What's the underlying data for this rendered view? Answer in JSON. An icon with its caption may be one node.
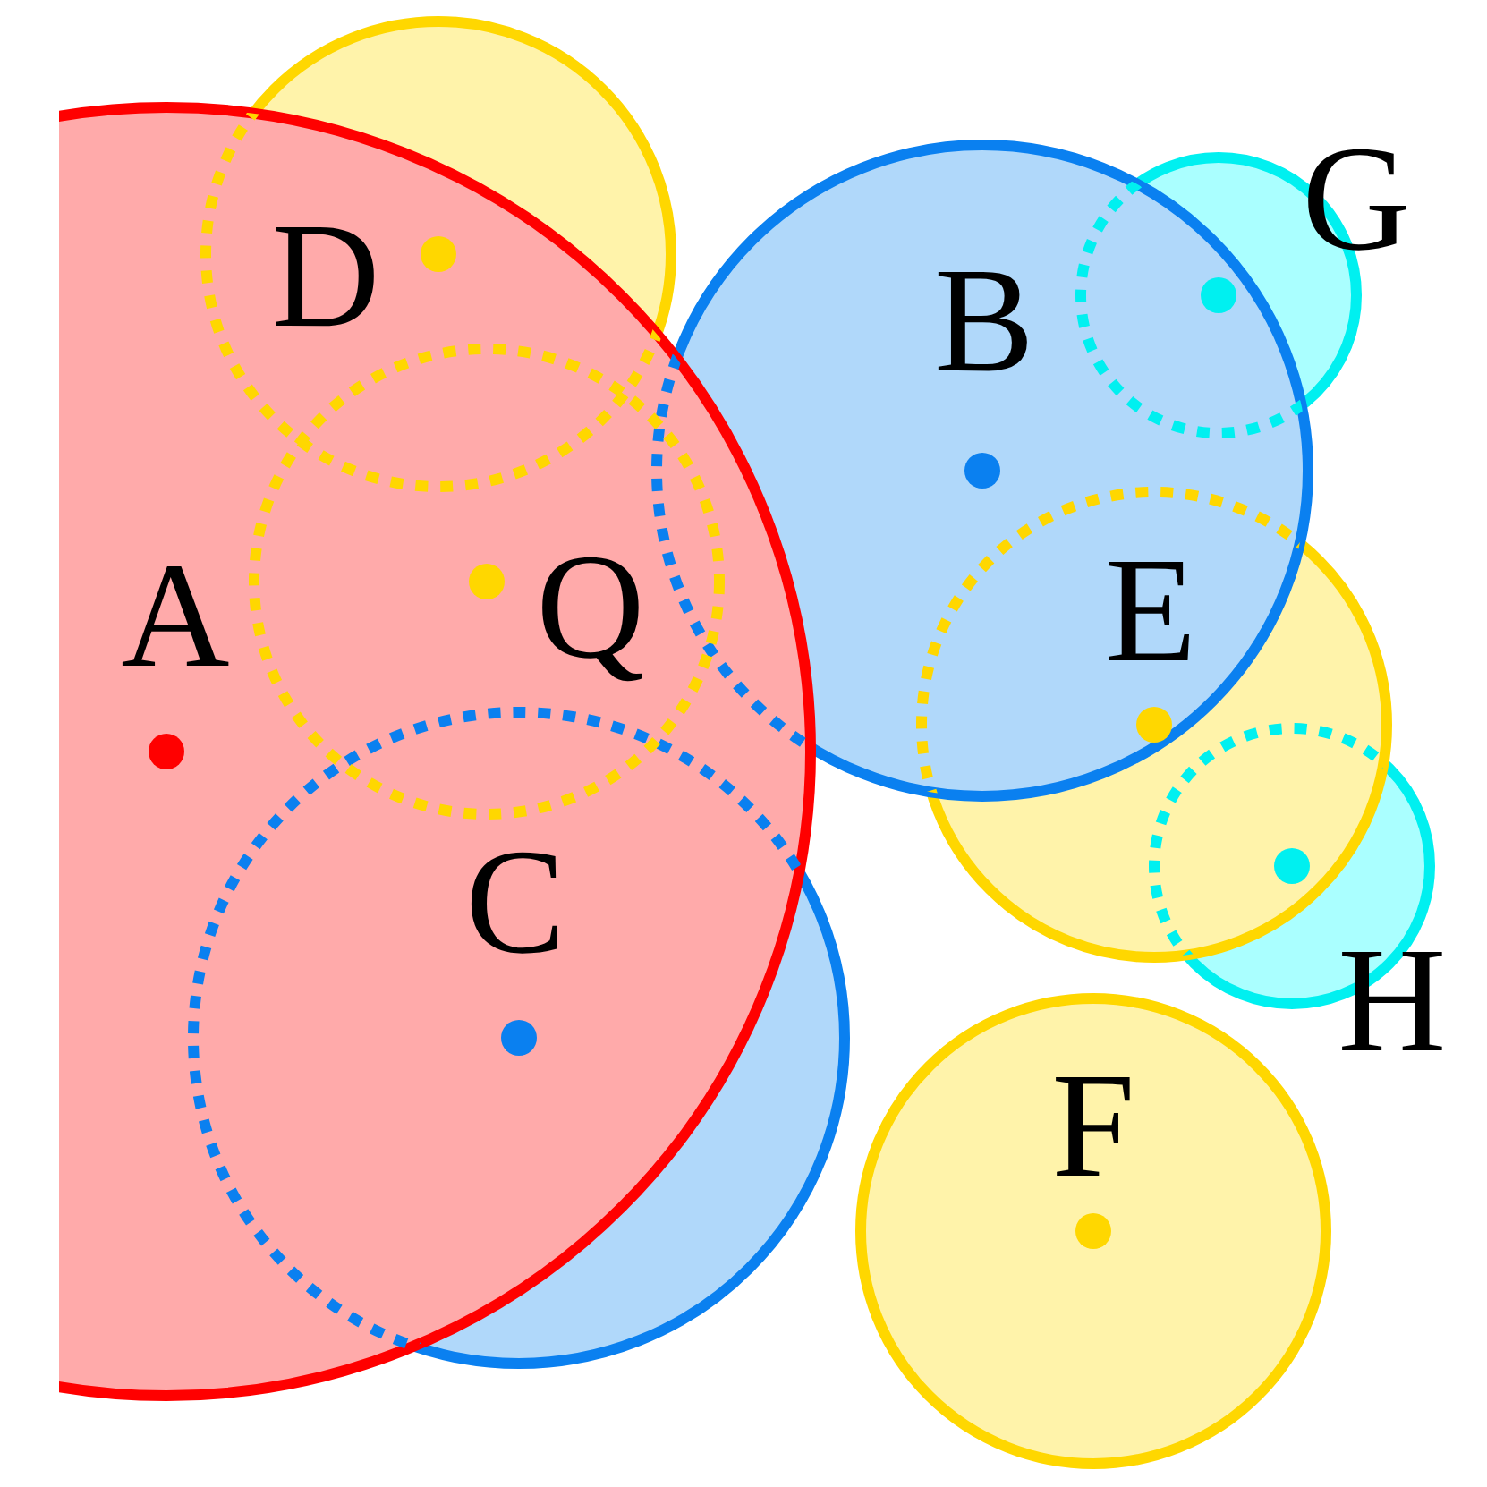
{
  "diagram": {
    "nodes": [
      {
        "text": [
          "A"
        ]
      },
      {
        "text": [
          "B"
        ]
      },
      {
        "text": [
          "C"
        ]
      },
      {
        "text": [
          "D"
        ]
      },
      {
        "text": [
          "Q"
        ],
        "in": 0
      },
      {
        "text": [
          "E"
        ]
      },
      {
        "text": [
          "F"
        ]
      },
      {
        "text": [
          "G"
        ]
      },
      {
        "text": [
          "H"
        ]
      }
    ]
  }
}
